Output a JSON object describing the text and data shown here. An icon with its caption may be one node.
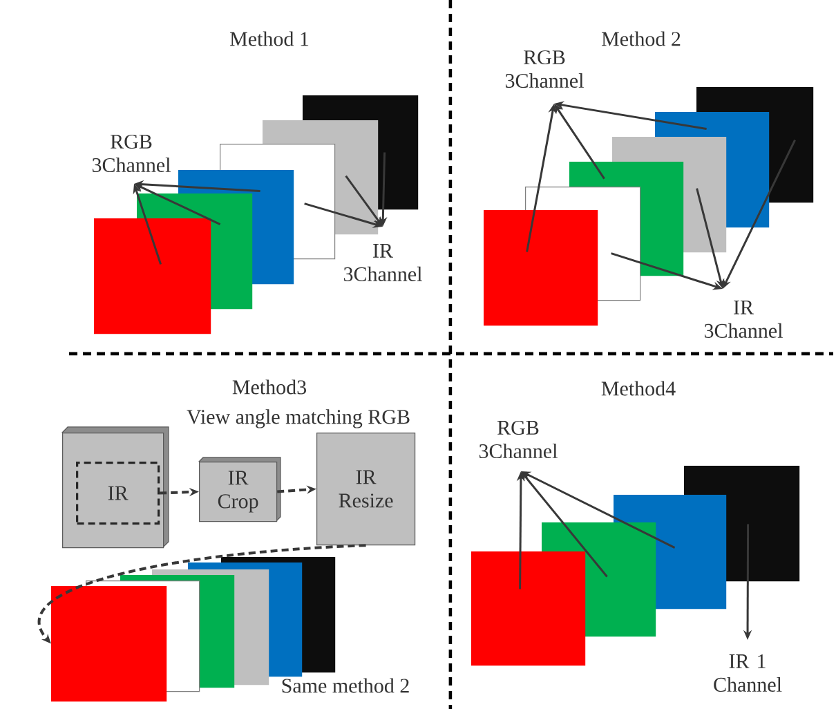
{
  "diagram": {
    "nodes": [
      {
        "text": [
          "RGB 3Channel"
        ]
      },
      {
        "text": [],
        "shape": "box"
      },
      {
        "text": [],
        "shape": "box"
      },
      {
        "text": [],
        "shape": "box"
      },
      {
        "text": [],
        "shape": "box"
      },
      {
        "text": [],
        "shape": "box"
      },
      {
        "text": [],
        "shape": "box"
      },
      {
        "text": [
          "IR 3Channel"
        ]
      },
      {
        "text": [
          "RGB 3Channel"
        ]
      },
      {
        "text": [],
        "shape": "box"
      },
      {
        "text": [],
        "shape": "box"
      },
      {
        "text": [],
        "shape": "box"
      },
      {
        "text": [],
        "shape": "box"
      },
      {
        "text": [],
        "shape": "box"
      },
      {
        "text": [],
        "shape": "box"
      },
      {
        "text": [
          "IR 3Channel"
        ]
      },
      {
        "text": [],
        "shape": "box"
      },
      {
        "text": [
          "IR"
        ],
        "in": 16
      },
      {
        "text": [
          "IR Crop"
        ]
      },
      {
        "text": [
          "IR Resize"
        ]
      },
      {
        "text": [],
        "shape": "box"
      },
      {
        "text": [],
        "shape": "box"
      },
      {
        "text": [],
        "shape": "box"
      },
      {
        "text": [],
        "shape": "box"
      },
      {
        "text": [],
        "shape": "box"
      },
      {
        "text": [],
        "shape": "box"
      },
      {
        "text": [
          "RGB 3Channel"
        ]
      },
      {
        "text": [],
        "shape": "box"
      },
      {
        "text": [],
        "shape": "box"
      },
      {
        "text": [],
        "shape": "box"
      },
      {
        "text": [],
        "shape": "box"
      },
      {
        "text": [
          "IR 1 Channel"
        ]
      }
    ],
    "edges": [
      {
        "from": 1,
        "to": 0,
        "arrow": "to"
      },
      {
        "from": 2,
        "to": 0,
        "arrow": "to"
      },
      {
        "from": 3,
        "to": 0,
        "arrow": "to"
      },
      {
        "from": 4,
        "to": 7,
        "arrow": "to"
      },
      {
        "from": 5,
        "to": 7,
        "arrow": "to"
      },
      {
        "from": 6,
        "to": 7,
        "arrow": "to"
      },
      {
        "from": 9,
        "to": 8,
        "arrow": "to"
      },
      {
        "from": 11,
        "to": 8,
        "arrow": "to"
      },
      {
        "from": 13,
        "to": 8,
        "arrow": "to"
      },
      {
        "from": 10,
        "to": 15,
        "arrow": "to"
      },
      {
        "from": 12,
        "to": 15,
        "arrow": "to"
      },
      {
        "from": 14,
        "to": 15,
        "arrow": "to"
      },
      {
        "from": 17,
        "to": 18,
        "arrow": "to",
        "style": "dashed"
      },
      {
        "from": 18,
        "to": 19,
        "arrow": "to",
        "style": "dashed"
      },
      {
        "from": 19,
        "to": 20,
        "arrow": "to",
        "style": "dashed"
      },
      {
        "from": 27,
        "to": 26,
        "arrow": "to"
      },
      {
        "from": 28,
        "to": 26,
        "arrow": "to"
      },
      {
        "from": 29,
        "to": 26,
        "arrow": "to"
      },
      {
        "from": 30,
        "to": 31,
        "arrow": "to"
      }
    ],
    "labels": [
      "Method 1",
      "Method 2",
      "Method3",
      "Method4",
      "View angle matching RGB",
      "Same method 2"
    ]
  }
}
